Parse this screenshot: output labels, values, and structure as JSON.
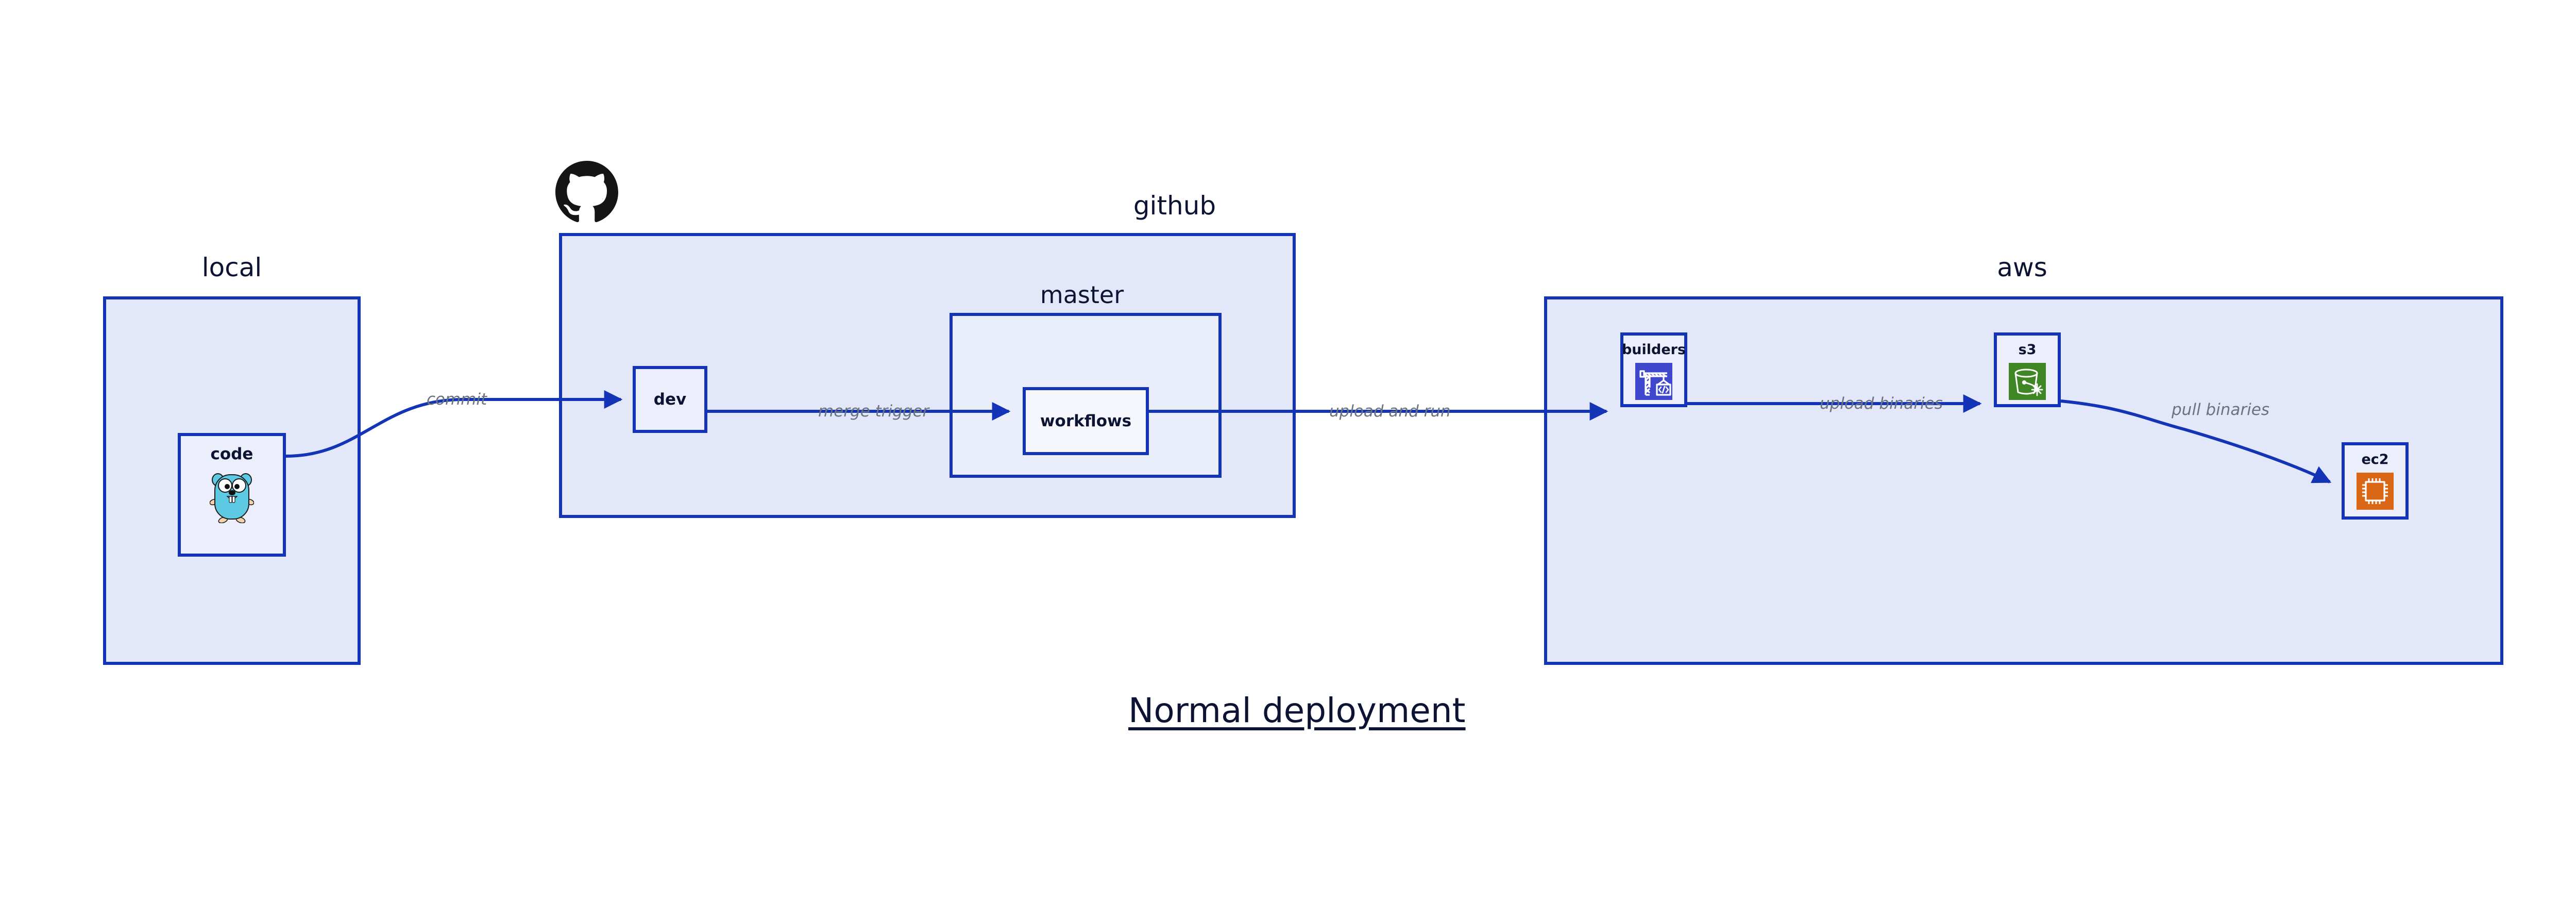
{
  "diagram": {
    "title": "Normal deployment",
    "background": "#ffffff",
    "accent_border": "#1434B8",
    "group_fill": "#E2E7FA",
    "subgroup_fill": "#EAEEFB",
    "node_fill": "#ECEFFB",
    "edge_label_color": "#6B7280",
    "text_color": "#0D1333"
  },
  "groups": {
    "local": {
      "label": "local"
    },
    "github": {
      "label": "github"
    },
    "master": {
      "label": "master"
    },
    "aws": {
      "label": "aws"
    }
  },
  "nodes": {
    "code": {
      "label": "code",
      "icon": "go-gopher-icon"
    },
    "dev": {
      "label": "dev",
      "icon": "none"
    },
    "workflows": {
      "label": "workflows",
      "icon": "none"
    },
    "builders": {
      "label": "builders",
      "icon": "aws-codebuild-icon",
      "icon_color": "#3F48CC"
    },
    "s3": {
      "label": "s3",
      "icon": "aws-s3-glacier-icon",
      "icon_color": "#3F8624"
    },
    "ec2": {
      "label": "ec2",
      "icon": "aws-ec2-icon",
      "icon_color": "#D96716"
    }
  },
  "icons": {
    "github_logo": "github-octocat-icon"
  },
  "edges": [
    {
      "id": "commit",
      "label": "commit",
      "from": "code",
      "to": "dev"
    },
    {
      "id": "merge-trigger",
      "label": "merge trigger",
      "from": "dev",
      "to": "workflows"
    },
    {
      "id": "upload-and-run",
      "label": "upload and run",
      "from": "workflows",
      "to": "builders"
    },
    {
      "id": "upload-binaries",
      "label": "upload binaries",
      "from": "builders",
      "to": "s3"
    },
    {
      "id": "pull-binaries",
      "label": "pull binaries",
      "from": "s3",
      "to": "ec2"
    }
  ]
}
